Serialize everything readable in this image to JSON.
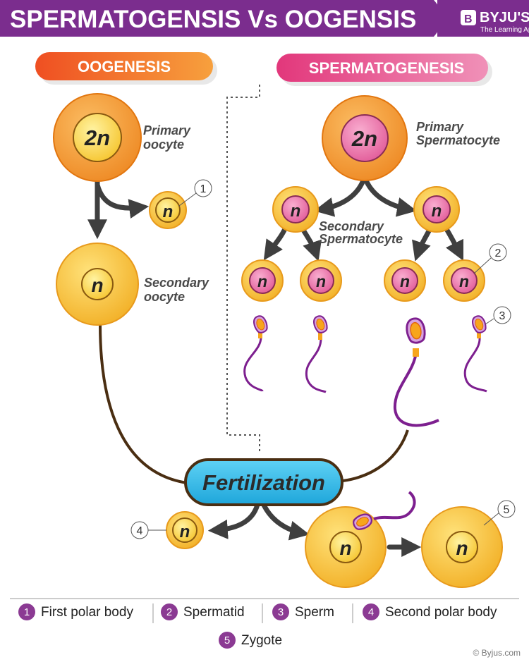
{
  "title": "SPERMATOGENSIS Vs OOGENSIS",
  "logo": {
    "name": "BYJU'S",
    "tagline": "The Learning App"
  },
  "oogenesis": {
    "heading": "OOGENESIS",
    "primary_cell": "2n",
    "primary_label_1": "Primary",
    "primary_label_2": "oocyte",
    "polar_body_1": "n",
    "secondary_cell": "n",
    "secondary_label_1": "Secondary",
    "secondary_label_2": "oocyte"
  },
  "spermatogenesis": {
    "heading": "SPERMATOGENESIS",
    "primary_cell": "2n",
    "primary_label_1": "Primary",
    "primary_label_2": "Spermatocyte",
    "secondary_cells": [
      "n",
      "n"
    ],
    "secondary_label_1": "Secondary",
    "secondary_label_2": "Spermatocyte",
    "spermatids": [
      "n",
      "n",
      "n",
      "n"
    ]
  },
  "fertilization": {
    "label": "Fertilization",
    "polar_body_2": "n",
    "fertilized_egg": "n",
    "zygote": "n"
  },
  "markers": [
    "1",
    "2",
    "3",
    "4",
    "5"
  ],
  "legend": [
    {
      "num": "1",
      "label": "First polar body"
    },
    {
      "num": "2",
      "label": "Spermatid"
    },
    {
      "num": "3",
      "label": "Sperm"
    },
    {
      "num": "4",
      "label": "Second polar body"
    },
    {
      "num": "5",
      "label": "Zygote"
    }
  ],
  "copyright": "© Byjus.com",
  "colors": {
    "banner": "#7b2d8e",
    "oogenesis_pill": "#f26f21",
    "spermatogenesis_pill": "#e4467f",
    "cell_orange": "#f5a13a",
    "cell_yellow": "#fbd33f",
    "nucleus_pink": "#ec74a9",
    "fertilization_pill": "#35b8e4",
    "arrow": "#3f3f3f",
    "connector": "#4a2e12",
    "sperm_tail": "#7d1f8f",
    "legend_badge": "#8b3a93"
  }
}
